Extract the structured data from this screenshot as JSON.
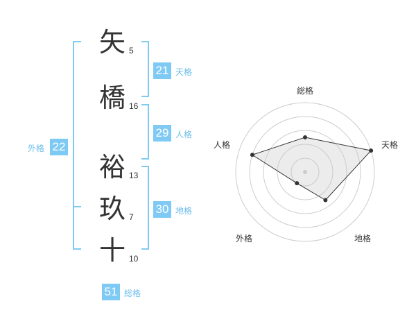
{
  "name_chars": [
    {
      "char": "矢",
      "strokes": "5"
    },
    {
      "char": "橋",
      "strokes": "16"
    },
    {
      "char": "裕",
      "strokes": "13"
    },
    {
      "char": "玖",
      "strokes": "7"
    },
    {
      "char": "十",
      "strokes": "10"
    }
  ],
  "fortunes": {
    "tenkaku": {
      "value": "21",
      "label": "天格"
    },
    "jinkaku": {
      "value": "29",
      "label": "人格"
    },
    "chikaku": {
      "value": "30",
      "label": "地格"
    },
    "gaikaku": {
      "value": "22",
      "label": "外格"
    },
    "soukaku": {
      "value": "51",
      "label": "総格"
    }
  },
  "colors": {
    "accent": "#7fcaf4",
    "label": "#6cbdea",
    "text": "#333333"
  },
  "chart_data": {
    "type": "radar",
    "axes": [
      "総格",
      "天格",
      "地格",
      "外格",
      "人格"
    ],
    "values": [
      2.5,
      5,
      2.5,
      1,
      4
    ],
    "max": 5,
    "rings": 5
  }
}
